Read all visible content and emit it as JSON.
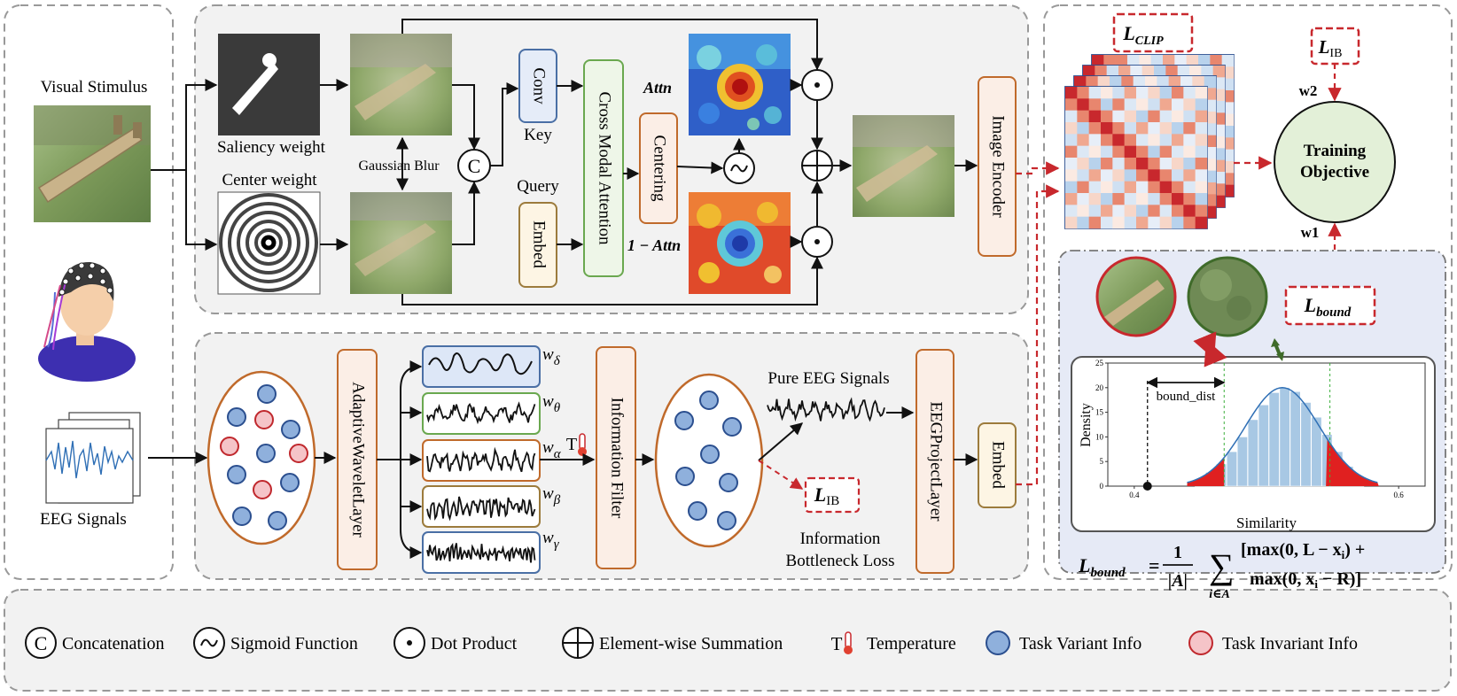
{
  "labels": {
    "visual_stimulus": "Visual Stimulus",
    "eeg_signals": "EEG Signals",
    "saliency_weight": "Saliency weight",
    "center_weight": "Center weight",
    "gaussian_blur": "Gaussian Blur",
    "conv": "Conv",
    "key": "Key",
    "query": "Query",
    "embed": "Embed",
    "cross_modal_attention": "Cross Modal Attention",
    "centering": "Centering",
    "attn": "Attn",
    "one_minus_attn": "1 − Attn",
    "image_encoder": "Image Encoder",
    "adaptive_wavelet_layer": "AdaptiveWaveletLayer",
    "information_filter": "Information Filter",
    "pure_eeg_signals": "Pure EEG Signals",
    "information_bottleneck_loss_1": "Information",
    "information_bottleneck_loss_2": "Bottleneck Loss",
    "eeg_project_layer": "EEGProjectLayer",
    "eeg_embed": "Embed",
    "training_objective_1": "Training",
    "training_objective_2": "Objective",
    "w1": "w1",
    "w2": "w2",
    "bound_dist": "bound_dist",
    "l_clip": "L",
    "l_clip_sub": "CLIP",
    "l_ib": "L",
    "l_ib_sub": "IB",
    "l_bound": "L",
    "l_bound_sub": "bound",
    "concat_symbol": "C"
  },
  "wavelet_weights": [
    {
      "sym": "w",
      "sub": "δ"
    },
    {
      "sym": "w",
      "sub": "θ"
    },
    {
      "sym": "w",
      "sub": "α"
    },
    {
      "sym": "w",
      "sub": "β"
    },
    {
      "sym": "w",
      "sub": "γ"
    }
  ],
  "formula": {
    "lhs": "L",
    "lhs_sub": "bound",
    "eq": "=",
    "num": "1",
    "den": "|A|",
    "sum_sub": "i∈A",
    "line1": "[max(0, L − x",
    "line1_sub": "i",
    "line1_end": ") +",
    "line2": "max(0, x",
    "line2_sub": "i",
    "line2_end": " − R)]"
  },
  "legend": [
    {
      "icon": "concat",
      "label": "Concatenation"
    },
    {
      "icon": "sigmoid",
      "label": "Sigmoid Function"
    },
    {
      "icon": "dot",
      "label": "Dot Product"
    },
    {
      "icon": "sum",
      "label": "Element-wise Summation"
    },
    {
      "icon": "thermo",
      "label": "Temperature"
    },
    {
      "icon": "variant",
      "label": "Task Variant Info"
    },
    {
      "icon": "invariant",
      "label": "Task Invariant Info"
    }
  ],
  "chart_data": {
    "type": "bar",
    "xlabel": "Similarity",
    "ylabel": "Density",
    "xticks": [
      "0.4",
      "0.6"
    ],
    "yticks": [
      "0",
      "5",
      "10",
      "15",
      "20",
      "25"
    ],
    "ylim": [
      0,
      25
    ],
    "categories": [
      "0.450",
      "0.458",
      "0.466",
      "0.474",
      "0.482",
      "0.490",
      "0.498",
      "0.506",
      "0.514",
      "0.522",
      "0.530",
      "0.538",
      "0.546",
      "0.554",
      "0.562",
      "0.570"
    ],
    "values": [
      1.5,
      2.8,
      4.5,
      7.0,
      10.0,
      13.5,
      16.5,
      19.0,
      20.0,
      19.2,
      17.0,
      14.0,
      10.5,
      7.0,
      4.0,
      2.0
    ]
  },
  "colors": {
    "variant_fill": "#8fb0dc",
    "variant_stroke": "#2b4f8f",
    "invariant_fill": "#f5c4c8",
    "invariant_stroke": "#c0282d",
    "red_dashed": "#c8282d",
    "orange_border": "#c06a2b",
    "green_border": "#6aa84f",
    "blue_border": "#4a6fa5",
    "training_fill": "#e3f0d8"
  }
}
